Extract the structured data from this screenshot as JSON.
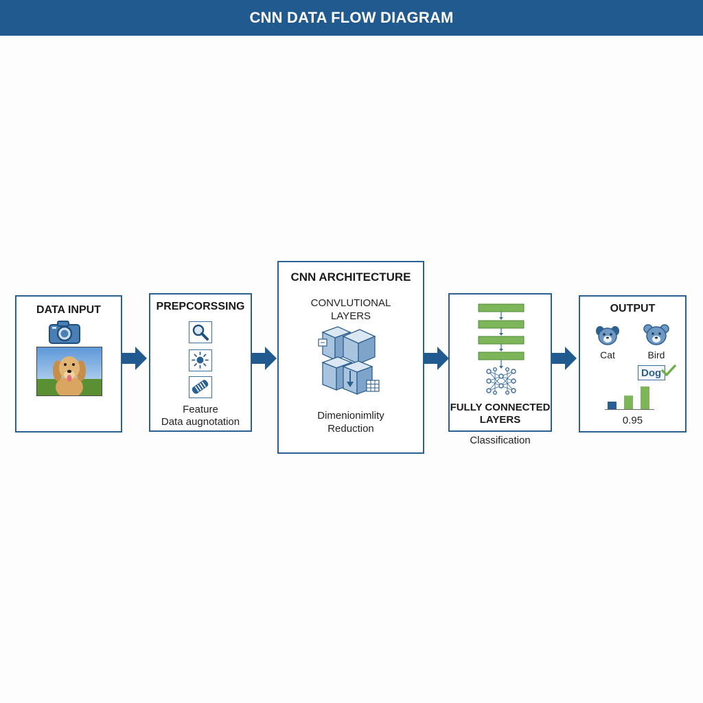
{
  "title": "CNN DATA FLOW DIAGRAM",
  "colors": {
    "accent": "#215a8f",
    "border": "#2a5f93",
    "fc_green": "#7db55a",
    "bar_blue": "#2a5f93",
    "bar_green": "#7db55a"
  },
  "input": {
    "title": "DATA INPUT",
    "icon": "camera-icon",
    "image": "dog-photo"
  },
  "preprocessing": {
    "title": "PREPCORSSING",
    "icons": [
      "magnifier-icon",
      "sun-brightness-icon",
      "augmentation-icon"
    ],
    "label_line1": "Feature",
    "label_line2": "Data augnotation"
  },
  "architecture": {
    "title": "CNN ARCHITECTURE",
    "conv_line1": "CONVLUTIONAL",
    "conv_line2": "LAYERS",
    "icon": "conv-cubes-icon",
    "dim_line1": "Dimenionimlity",
    "dim_line2": "Reduction"
  },
  "fully_connected": {
    "title_line1": "FULLY CONNECTED",
    "title_line2": "LAYERS",
    "icon": "neural-network-icon",
    "below_label": "Classification"
  },
  "output": {
    "title": "OUTPUT",
    "class_cat": "Cat",
    "class_bird": "Bird",
    "predicted": "Dog",
    "score": "0.95",
    "bars": [
      0.25,
      0.45,
      0.75
    ]
  }
}
